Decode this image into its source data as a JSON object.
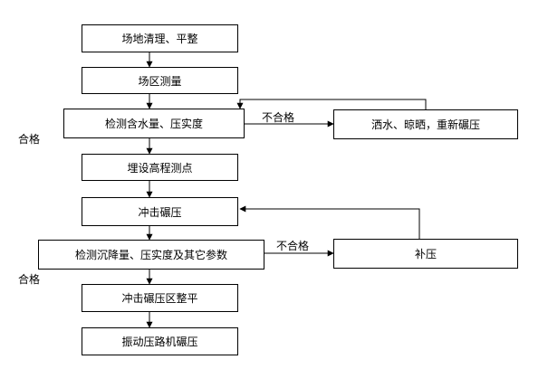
{
  "steps": [
    "场地清理、平整",
    "场区测量",
    "检测含水量、压实度",
    "埋设高程测点",
    "冲击碾压",
    "检测沉降量、压实度及其它参数",
    "冲击碾压区整平",
    "振动压路机碾压"
  ],
  "branches": {
    "first_action": "洒水、晾晒，重新碾压",
    "second_action": "补压",
    "fail_label": "不合格",
    "pass_label": "合格"
  }
}
